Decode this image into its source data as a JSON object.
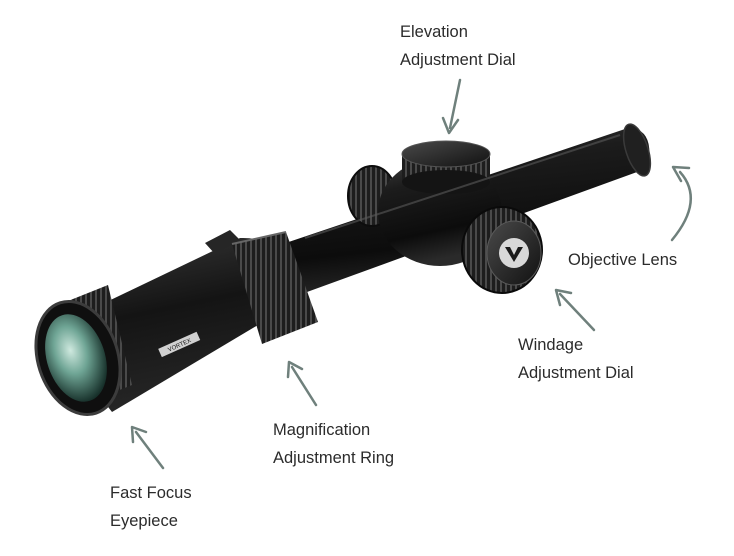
{
  "diagram": {
    "callouts": {
      "elevation": {
        "line1": "Elevation",
        "line2": "Adjustment Dial"
      },
      "objective": {
        "line1": "Objective Lens"
      },
      "windage": {
        "line1": "Windage",
        "line2": "Adjustment Dial"
      },
      "magnification": {
        "line1": "Magnification",
        "line2": "Adjustment Ring"
      },
      "eyepiece": {
        "line1": "Fast Focus",
        "line2": "Eyepiece"
      }
    },
    "brand_marking": "VORTEX",
    "arrow_color": "#6f807c",
    "scope_color": "#161616"
  }
}
